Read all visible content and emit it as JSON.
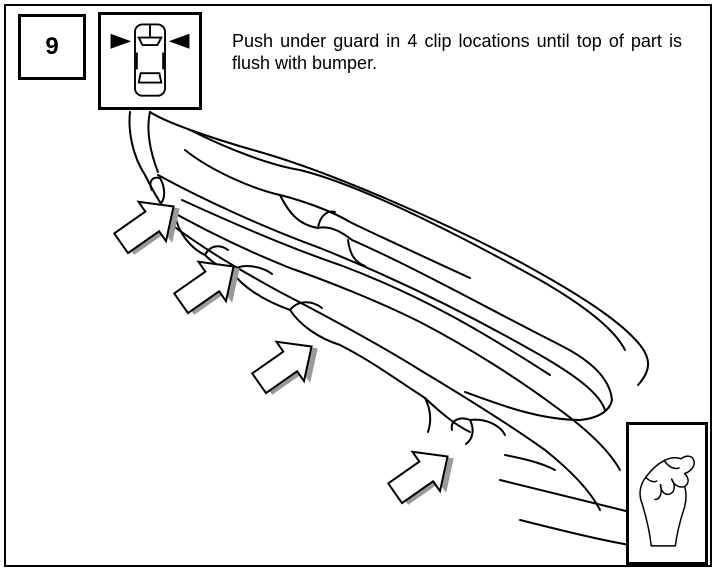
{
  "step": {
    "number": "9",
    "instruction": "Push under guard in 4 clip locations until top of part is flush with bumper."
  },
  "icons": {
    "vehicle_view": "vehicle-top-view-icon",
    "push_arrow": "push-arrow-icon",
    "hand": "hand-press-icon"
  },
  "clip_locations": 4,
  "colors": {
    "line": "#000000",
    "background": "#ffffff",
    "arrow_shadow": "#9a9a9a"
  }
}
